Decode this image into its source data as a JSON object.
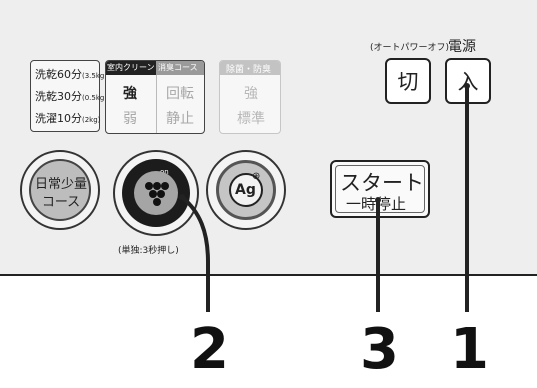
{
  "power": {
    "auto_power_off": "(オートパワーオフ)",
    "label": "電源",
    "off_button": "切",
    "on_button": "入"
  },
  "course_times": {
    "dry60": "洗乾60分",
    "dry60_load": "(3.5kg)",
    "dry30": "洗乾30分",
    "dry30_load": "(0.5kg)",
    "wash10": "洗濯10分",
    "wash10_load": "(2kg)"
  },
  "drum_clean": {
    "header_room": "室内クリーン",
    "header_deodor": "消臭コース",
    "strong": "強",
    "weak": "弱",
    "rotate": "回転",
    "still": "静止"
  },
  "sanitize": {
    "header": "除菌・防臭",
    "strong": "強",
    "standard": "標準"
  },
  "daily_button": {
    "line1": "日常少量",
    "line2": "コース"
  },
  "grape_button": {
    "on_label": "on",
    "hold_note": "(単独:3秒押し)"
  },
  "ag_button": {
    "label": "Ag"
  },
  "start_button": {
    "line1": "スタート",
    "line2": "一時停止"
  },
  "callouts": [
    "2",
    "3",
    "1"
  ]
}
